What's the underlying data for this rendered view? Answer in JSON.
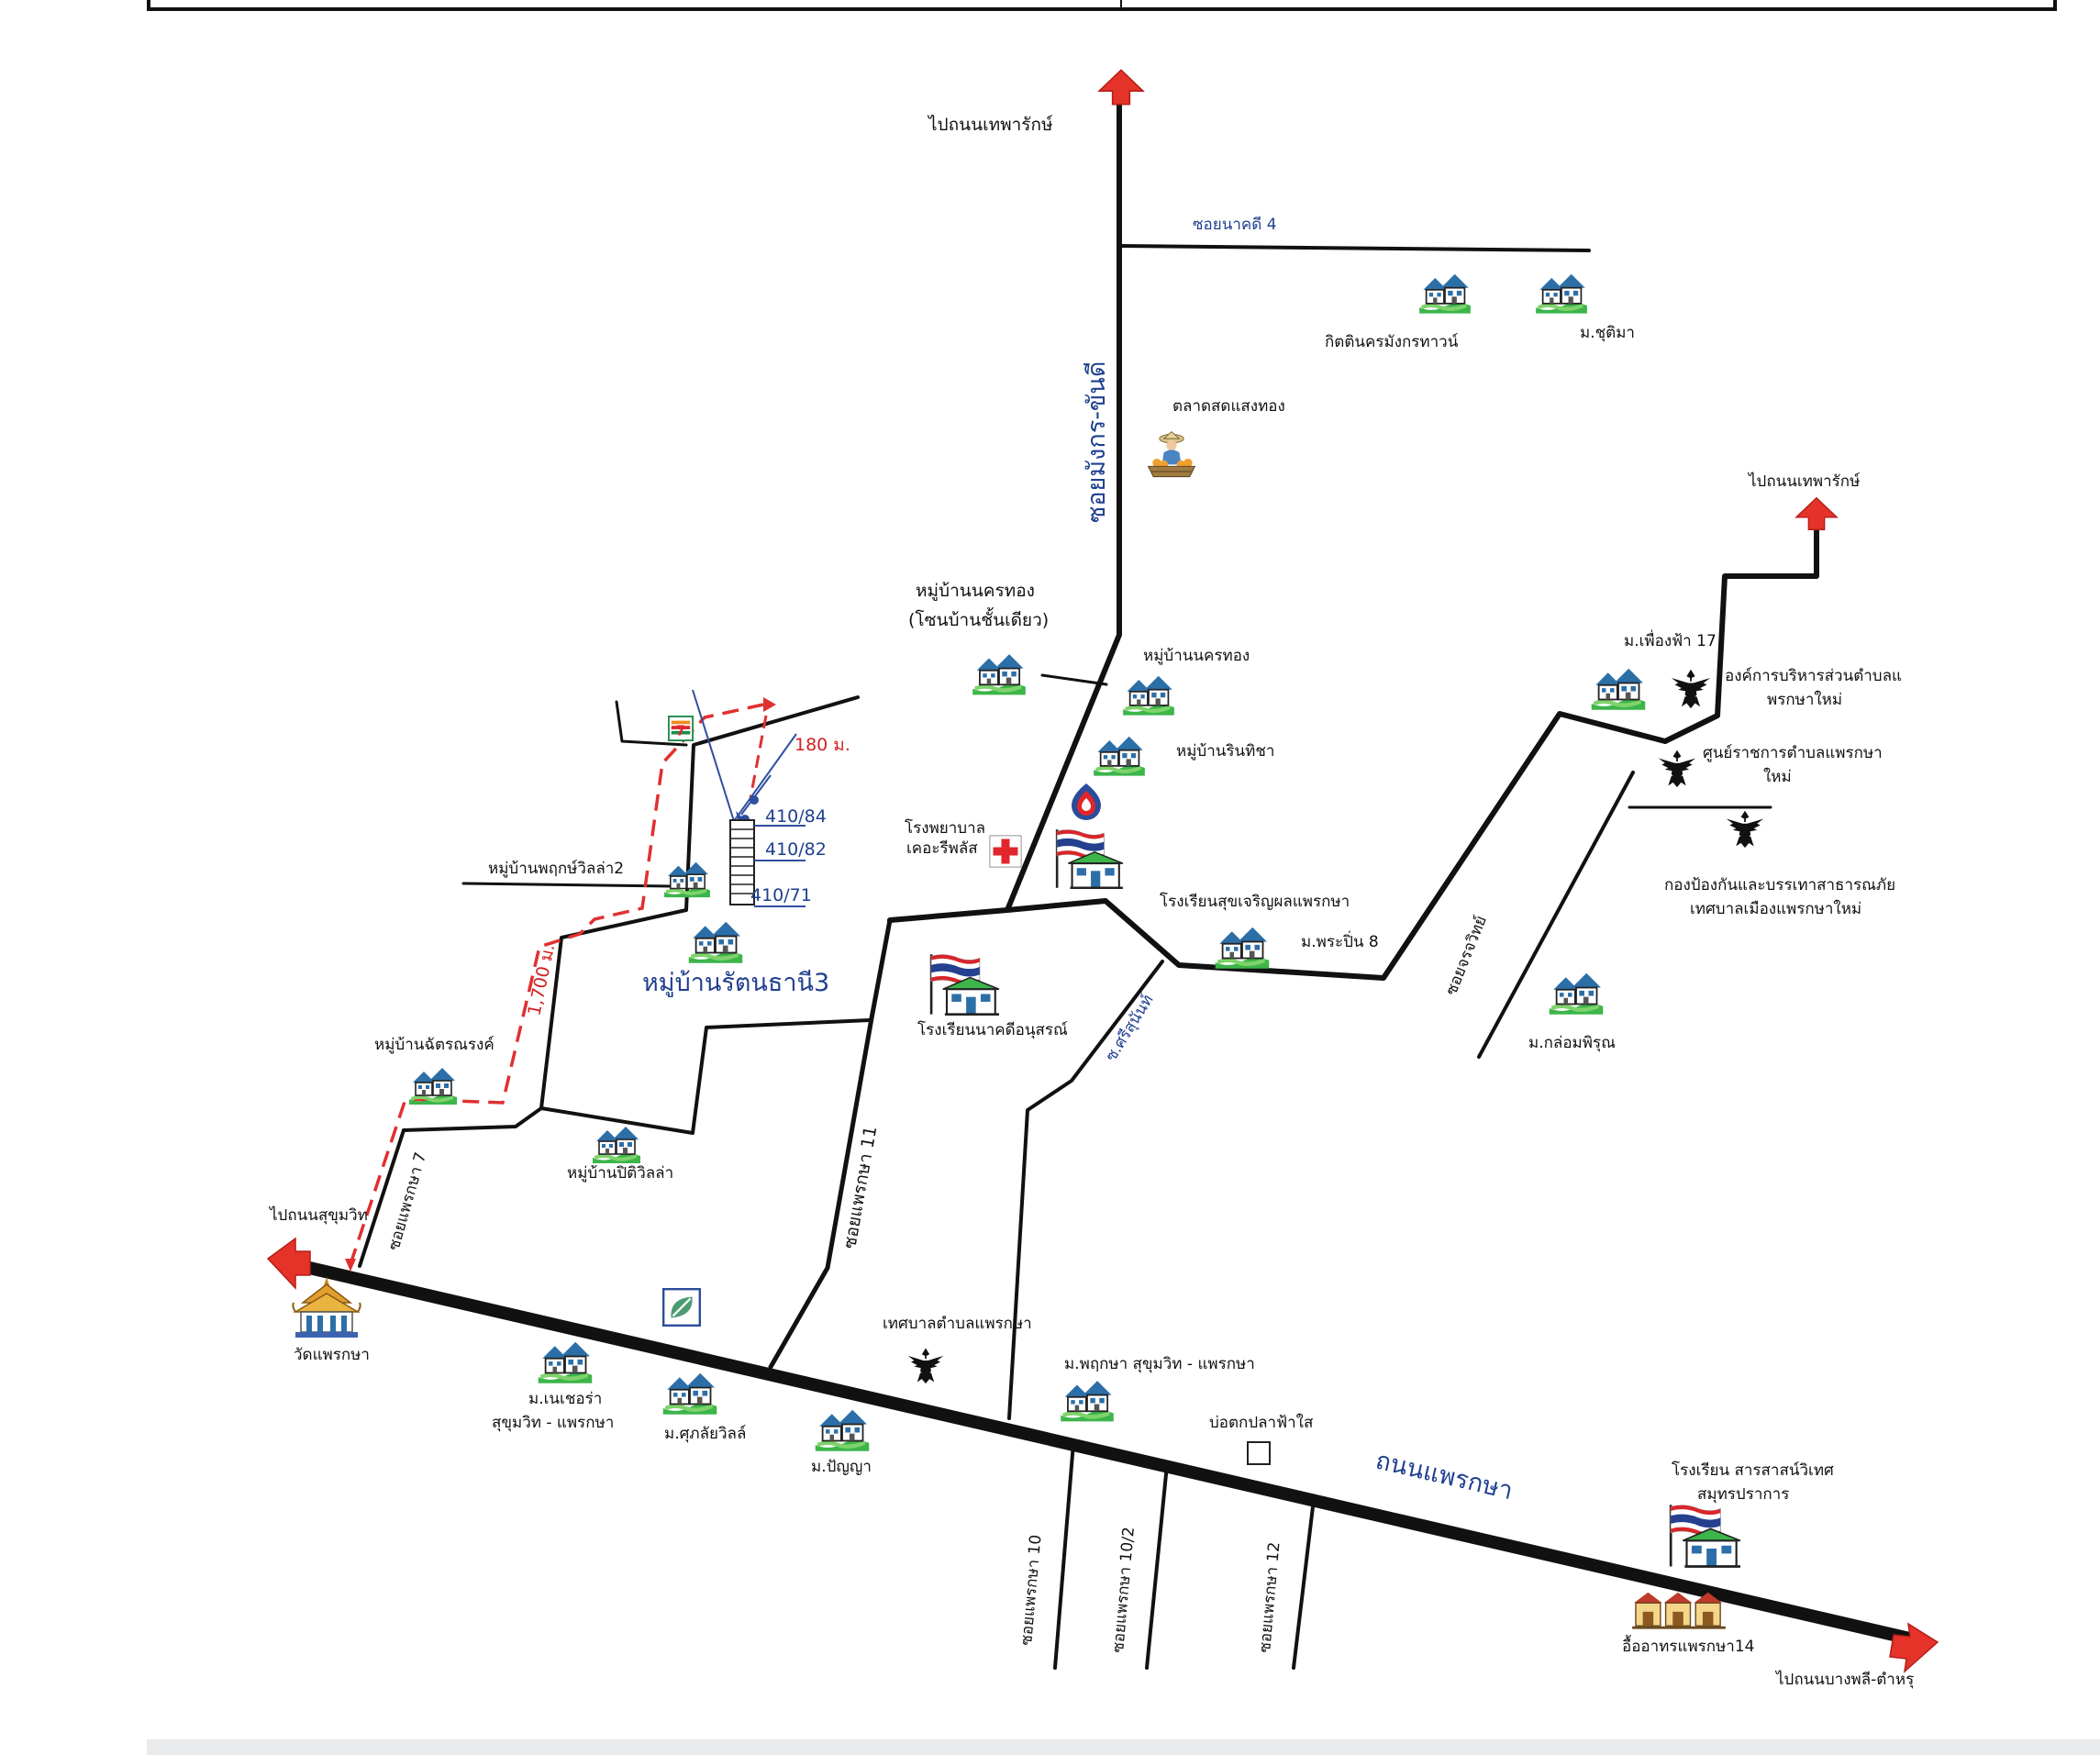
{
  "colors": {
    "road": "#111111",
    "arrow": "#e5332a",
    "route": "#e03030",
    "callout": "#2f4f9f",
    "house_roof": "#2c6fa8",
    "house_lawn": "#3cb54a",
    "text_blue": "#1f3f8f"
  },
  "icon_types": {
    "village": "house-icon",
    "school": "school-flag-icon",
    "garuda": "garuda-icon",
    "hospital": "red-cross-icon",
    "temple": "temple-icon",
    "market": "market-vendor-icon",
    "gas": "gas-station-icon",
    "store": "convenience-store-icon",
    "bank": "bank-logo-icon",
    "townhouse": "shophouse-icon"
  },
  "roads": {
    "main_road": "ถนนแพรกษา",
    "mangkon_road": "ซอยมังกร-ขันดี",
    "nakhon4": "ซอยนาคดี 4",
    "soi_phraeksa_11": "ซอยแพรกษา 11",
    "soi_phraeksa_7": "ซอยแพรกษา 7",
    "soi_charoen": "ซอยจรจวิทย์",
    "soi_sri": "ซ.ศรีสุนันท์",
    "soi10": "ซอยแพรกษา 10",
    "soi10_2": "ซอยแพรกษา 10/2",
    "soi12": "ซอยแพรกษา 12"
  },
  "destinations": {
    "to_thepharak_top": "ไปถนนเทพารักษ์",
    "to_thepharak_right": "ไปถนนเทพารักษ์",
    "to_sukhumvit": "ไปถนนสุขุมวิท",
    "to_bangphli": "ไปถนนบางพลี-ตำหรุ"
  },
  "places": {
    "kitti": "กิตตินครมังกรทาวน์",
    "chutima": "ม.ชุติมา",
    "market": "ตลาดสดแสงทอง",
    "nakhonthong_single": "หมู่บ้านนครทอง",
    "nakhonthong_single_sub": "(โซนบ้านชั้นเดียว)",
    "nakhonthong": "หมู่บ้านนครทอง",
    "rinthida": "หมู่บ้านรินทิชา",
    "hospital_line1": "โรงพยาบาล",
    "hospital_line2": "เคอะรีพลัส",
    "school_suchaeroen": "โรงเรียนสุขเจริญผลแพรกษา",
    "phrapin": "ม.พระปิ่น 8",
    "pueangfa": "ม.เพื่องฟ้า 17",
    "obt_line1": "องค์การบริหารส่วนตำบลแ",
    "obt_line2": "พรกษาใหม่",
    "center_line1": "ศูนย์ราชการตำบลแพรกษา",
    "center_line2": "ใหม่",
    "disaster_line1": "กองป้องกันและบรรเทาสาธารณภัย",
    "disaster_line2": "เทศบาลเมืองแพรกษาใหม่",
    "klompirun": "ม.กล่อมพิรุณ",
    "school_nakhonu": "โรงเรียนนาคดีอนุสรณ์",
    "phuksa_villa2": "หมู่บ้านพฤกษ์วิลล่า2",
    "rattanathani3": "หมู่บ้านรัตนธานี3",
    "chatnarong": "หมู่บ้านฉัตรณรงค์",
    "piti_villa": "หมู่บ้านปิติวิลล่า",
    "wat": "วัดแพรกษา",
    "neocha_line1": "ม.เนเชอร่า",
    "neocha_line2": "สุขุมวิท - แพรกษา",
    "supalai": "ม.ศุภลัยวิลล์",
    "panya": "ม.ปัญญา",
    "municipality": "เทศบาลตำบลแพรกษา",
    "phruksa": "ม.พฤกษา สุขุมวิท - แพรกษา",
    "pond": "บ่อตกปลาฟ้าใส",
    "sarasas_line1": "โรงเรียน สารสาสน์วิเทศ",
    "sarasas_line2": "สมุทรปราการ",
    "apartments": "อื้ออาทรแพรกษา14"
  },
  "callouts": {
    "house_a": "410/84",
    "house_b": "410/82",
    "house_c": "410/71",
    "dist_1": "1,700 ม.",
    "dist_2": "180 ม."
  }
}
